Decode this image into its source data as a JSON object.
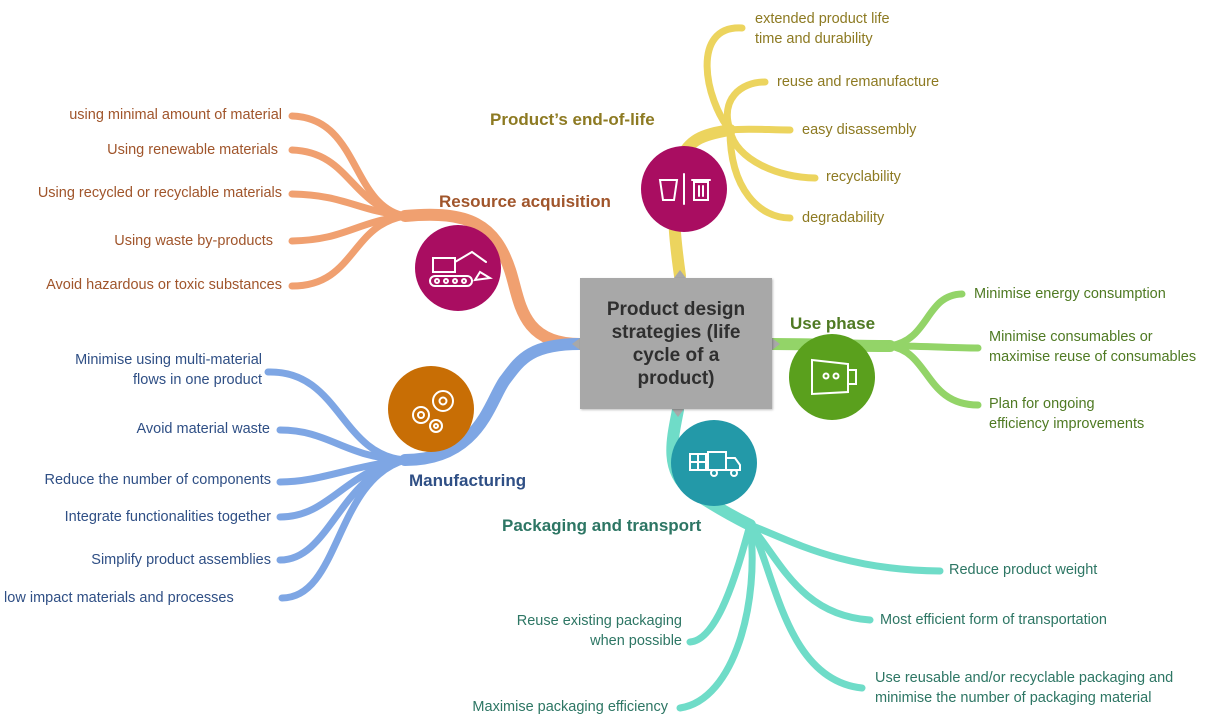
{
  "center": {
    "title": "Product design strategies (life\ncycle of a\nproduct)"
  },
  "branches": {
    "resource": {
      "title": "Resource acquisition",
      "color": "#f0a070",
      "icon": "excavator-icon",
      "leaves": [
        "using minimal amount of material",
        "Using renewable materials",
        "Using recycled or recyclable materials",
        "Using waste by-products",
        "Avoid hazardous or toxic substances"
      ]
    },
    "end_of_life": {
      "title": "Product’s end-of-life",
      "color": "#ecd45e",
      "icon": "recycle-bin-icon",
      "leaves": [
        "extended product life\ntime and durability",
        "reuse and remanufacture",
        "easy disassembly",
        "recyclability",
        "degradability"
      ]
    },
    "use_phase": {
      "title": "Use phase",
      "color": "#93d468",
      "icon": "power-plug-icon",
      "leaves": [
        "Minimise energy consumption",
        "Minimise consumables or\nmaximise reuse of consumables",
        "Plan for ongoing\nefficiency improvements"
      ]
    },
    "manufacturing": {
      "title": "Manufacturing",
      "color": "#7ea6e4",
      "icon": "gears-icon",
      "leaves": [
        "Minimise using multi-material\nflows in one product",
        "Avoid material waste",
        "Reduce the number of components",
        "Integrate functionalities together",
        "Simplify product assemblies",
        "t low impact materials and processes"
      ]
    },
    "packaging": {
      "title": "Packaging and transport",
      "color": "#6fdcc8",
      "icon": "delivery-truck-icon",
      "leaves": [
        "Reduce product weight",
        "Reuse existing packaging\nwhen possible",
        "Most efficient form of transportation",
        "Use reusable and/or recyclable packaging and\nminimise the number of packaging material",
        "Maximise packaging efficiency"
      ]
    }
  }
}
